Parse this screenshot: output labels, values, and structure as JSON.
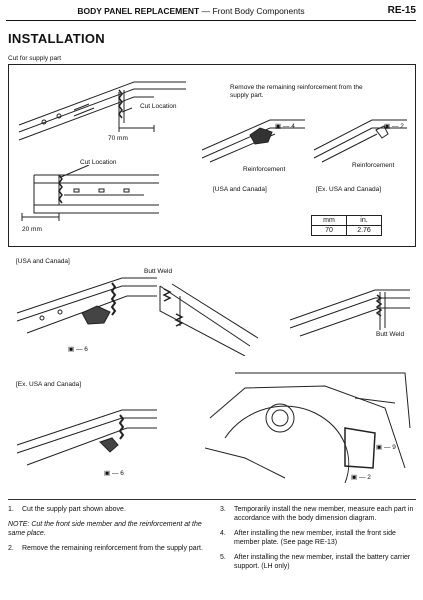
{
  "header": {
    "title_bold": "BODY PANEL REPLACEMENT",
    "title_rest": " — Front Body Components",
    "page": "RE-15"
  },
  "section_title": "INSTALLATION",
  "panel_top": {
    "caption": "Cut for supply part",
    "cut_location_1": "Cut Location",
    "dim_70": "70 mm",
    "cut_location_2": "Cut Location",
    "dim_20": "20 mm",
    "remove_text": "Remove the remaining reinforcement from the supply part.",
    "callout_4": "4",
    "callout_2": "2",
    "reinforcement_1": "Reinforcement",
    "reinforcement_2": "Reinforcement",
    "region_1": "[USA and Canada]",
    "region_2": "[Ex. USA and Canada]",
    "table": {
      "headers": [
        "mm",
        "in."
      ],
      "row": [
        "70",
        "2.76"
      ]
    }
  },
  "usa_section": {
    "label": "[USA and Canada]",
    "butt_weld_1": "Butt Weld",
    "butt_weld_2": "Butt Weld",
    "callout_6": "6"
  },
  "exusa_section": {
    "label": "[Ex. USA and Canada]",
    "callout_6": "6",
    "callout_9": "9",
    "callout_2": "2"
  },
  "steps_left": [
    {
      "num": "1.",
      "text": "Cut the supply part shown above."
    },
    {
      "num": "",
      "text": "NOTE:  Cut the front side member and the reinforcement at the same place.",
      "note": true
    },
    {
      "num": "2.",
      "text": "Remove the remaining reinforcement from the supply part."
    }
  ],
  "steps_right": [
    {
      "num": "3.",
      "text": "Temporarily install the new member, measure each part in accordance with the body dimension diagram."
    },
    {
      "num": "4.",
      "text": "After installing the new member, install the front side member plate. (See page RE-13)"
    },
    {
      "num": "5.",
      "text": "After installing the new member, install the battery carrier support. (LH only)"
    }
  ]
}
